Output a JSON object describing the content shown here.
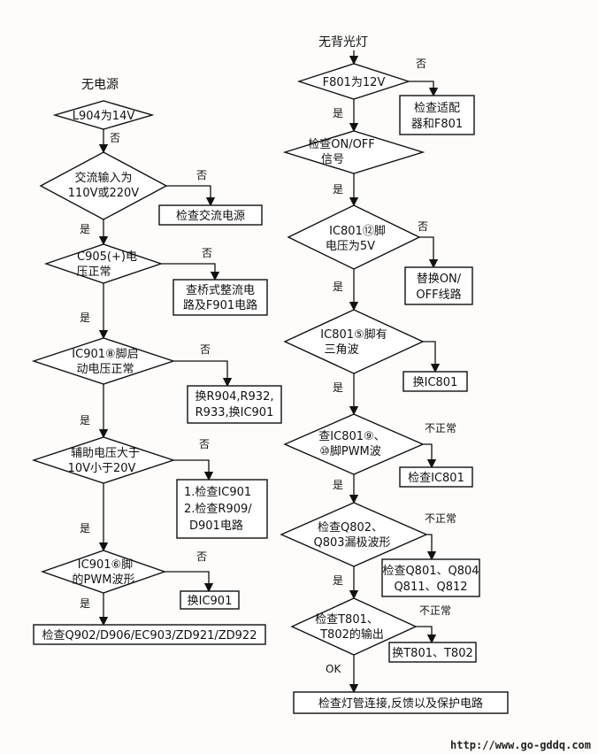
{
  "left": {
    "title": "无电源",
    "d1": "L904为14V",
    "d2": [
      "交流输入为",
      "110V或220V"
    ],
    "b2": "检查交流电源",
    "d3": [
      "C905(+)电",
      "压正常"
    ],
    "b3": [
      "查桥式整流电",
      "路及F901电路"
    ],
    "d4": [
      "IC901⑧脚启",
      "动电压正常"
    ],
    "b4": [
      "换R904,R932,",
      "R933,换IC901"
    ],
    "d5": [
      "辅助电压大于",
      "10V小于20V"
    ],
    "b5": [
      "1.检查IC901",
      "2.检查R909/",
      "D901电路"
    ],
    "d6": [
      "IC901⑥脚",
      "的PWM波形"
    ],
    "b6": "换IC901",
    "final": "检查Q902/D906/EC903/ZD921/ZD922"
  },
  "right": {
    "title": "无背光灯",
    "d1": "F801为12V",
    "b1": [
      "检查适配",
      "器和F801"
    ],
    "d2": [
      "检查ON/OFF",
      "信号"
    ],
    "d3": [
      "IC801⑫脚",
      "电压为5V"
    ],
    "b3": [
      "替换ON/",
      "OFF线路"
    ],
    "d4": [
      "IC801⑤脚有",
      "三角波"
    ],
    "b4": "换IC801",
    "d5": [
      "查IC801⑨、",
      "⑩脚PWM波"
    ],
    "b5": "检查IC801",
    "d6": [
      "检查Q802、",
      "Q803漏极波形"
    ],
    "b6": [
      "检查Q801、Q804",
      "Q811、Q812"
    ],
    "d7": [
      "检查T801、",
      "T802的输出"
    ],
    "b7": "换T801、T802",
    "final": "检查灯管连接,反馈以及保护电路"
  },
  "labels": {
    "yes": "是",
    "no": "否",
    "abnormal": "不正常",
    "ok": "OK"
  },
  "footer": {
    "url": "http://www.go-gddq.com"
  }
}
